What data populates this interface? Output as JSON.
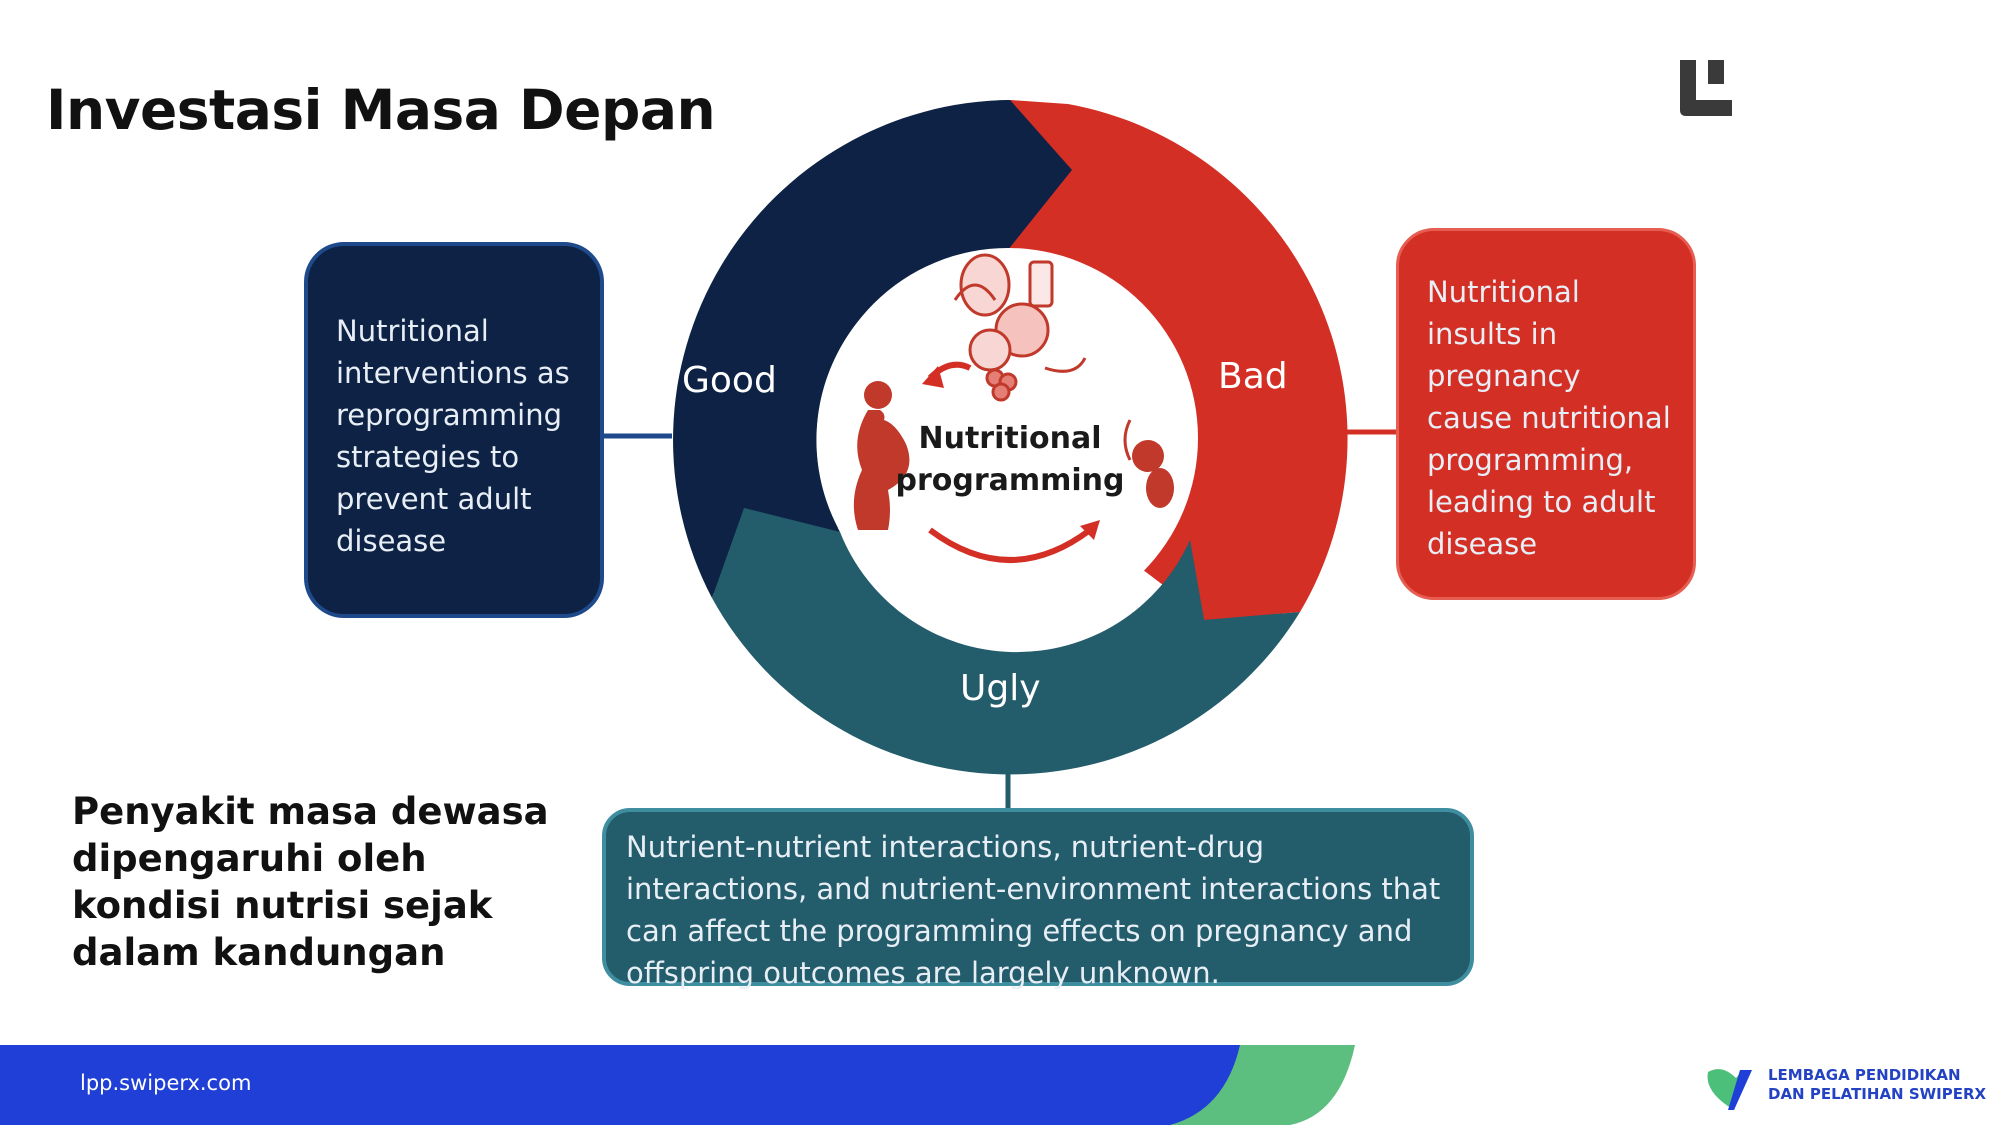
{
  "slide": {
    "title": "Investasi Masa Depan",
    "caption": "Penyakit masa dewasa dipengaruhi oleh kondisi nutrisi sejak dalam kandungan"
  },
  "diagram": {
    "center": "Nutritional programming",
    "segments": {
      "good": "Good",
      "bad": "Bad",
      "ugly": "Ugly"
    },
    "boxes": {
      "good": "Nutritional interventions as reprogramming strategies to prevent adult disease",
      "bad": "Nutritional insults in pregnancy cause nutritional programming, leading to adult disease",
      "ugly": "Nutrient-nutrient interactions, nutrient-drug interactions, and nutrient-environment interactions that can affect the programming effects on pregnancy and offspring outcomes are largely unknown."
    },
    "colors": {
      "good": "#0d2244",
      "bad": "#d42f25",
      "ugly": "#235c6b"
    }
  },
  "footer": {
    "url": "lpp.swiperx.com",
    "brand_line1": "LEMBAGA PENDIDIKAN",
    "brand_line2": "DAN PELATIHAN SWIPERX"
  }
}
